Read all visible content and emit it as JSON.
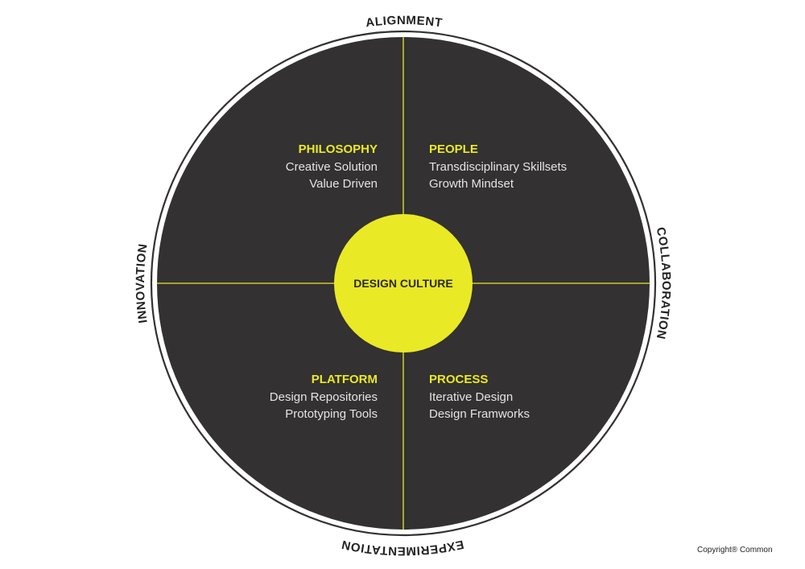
{
  "colors": {
    "disc": "#333131",
    "accent": "#eae926",
    "ring": "#333131",
    "item_text": "#e4e4e4",
    "label_text": "#222222"
  },
  "ring_labels": {
    "top": "ALIGNMENT",
    "right": "COLLABORATION",
    "bottom": "EXPERIMENTATION",
    "left": "INNOVATION"
  },
  "center": {
    "label": "DESIGN CULTURE"
  },
  "quadrants": {
    "top_left": {
      "title": "PHILOSOPHY",
      "items": [
        "Creative Solution",
        "Value Driven"
      ]
    },
    "top_right": {
      "title": "PEOPLE",
      "items": [
        "Transdisciplinary Skillsets",
        "Growth Mindset"
      ]
    },
    "bottom_left": {
      "title": "PLATFORM",
      "items": [
        "Design Repositories",
        "Prototyping Tools"
      ]
    },
    "bottom_right": {
      "title": "PROCESS",
      "items": [
        "Iterative Design",
        "Design Framworks"
      ]
    }
  },
  "footer": {
    "copyright": "Copyright® Common"
  }
}
